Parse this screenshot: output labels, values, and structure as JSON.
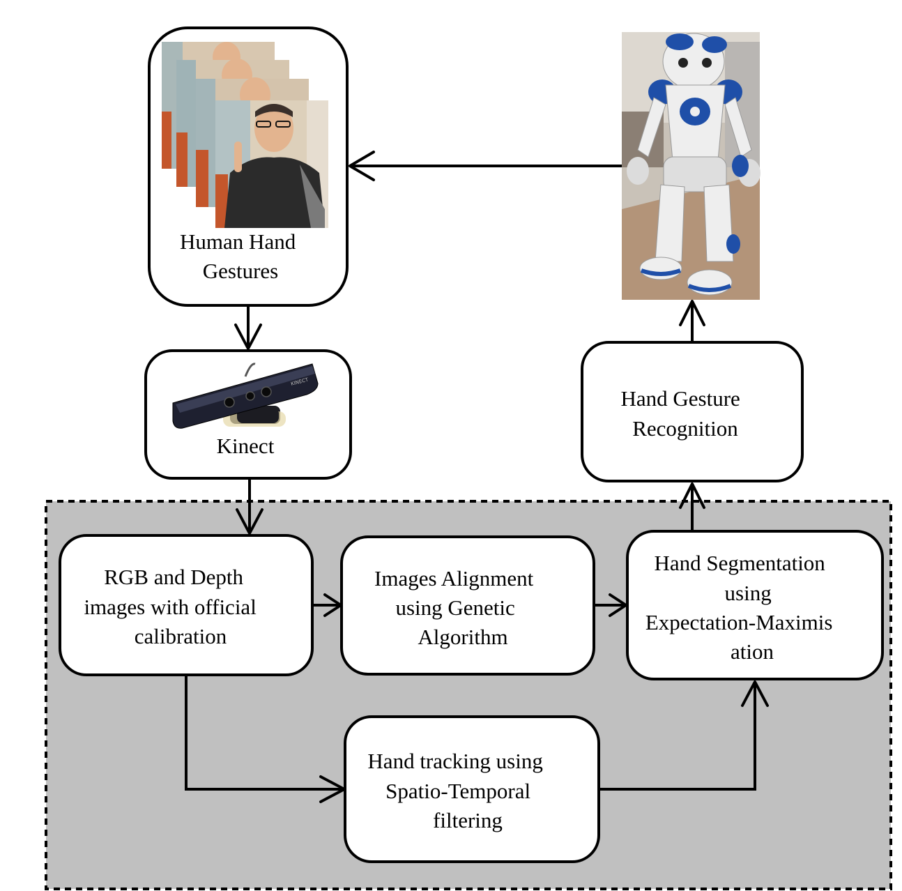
{
  "nodes": {
    "gestures": {
      "lines": [
        "Human Hand",
        "Gestures"
      ]
    },
    "kinect": {
      "lines": [
        "Kinect"
      ],
      "device_label": "KINECT"
    },
    "recognition": {
      "lines": [
        "Hand Gesture",
        "Recognition"
      ]
    },
    "rgb": {
      "lines": [
        "RGB and Depth",
        "images with official",
        "calibration"
      ]
    },
    "alignment": {
      "lines": [
        "Images Alignment",
        "using Genetic",
        "Algorithm"
      ]
    },
    "segmentation": {
      "lines": [
        "Hand Segmentation",
        "using",
        "Expectation-Maximis",
        "ation"
      ]
    },
    "tracking": {
      "lines": [
        "Hand tracking using",
        "Spatio-Temporal",
        "filtering"
      ]
    }
  },
  "edges": [
    {
      "from": "robot",
      "to": "gestures"
    },
    {
      "from": "gestures",
      "to": "kinect"
    },
    {
      "from": "kinect",
      "to": "rgb"
    },
    {
      "from": "rgb",
      "to": "alignment"
    },
    {
      "from": "alignment",
      "to": "segmentation"
    },
    {
      "from": "segmentation",
      "to": "recognition"
    },
    {
      "from": "recognition",
      "to": "robot"
    },
    {
      "from": "rgb",
      "to": "tracking"
    },
    {
      "from": "tracking",
      "to": "segmentation"
    }
  ],
  "colors": {
    "processing_region": "#c0c0c0",
    "robot_white": "#eeeeee",
    "robot_blue": "#1f4fa8",
    "shirt": "#2b2b2b",
    "skin": "#e3b48f"
  }
}
